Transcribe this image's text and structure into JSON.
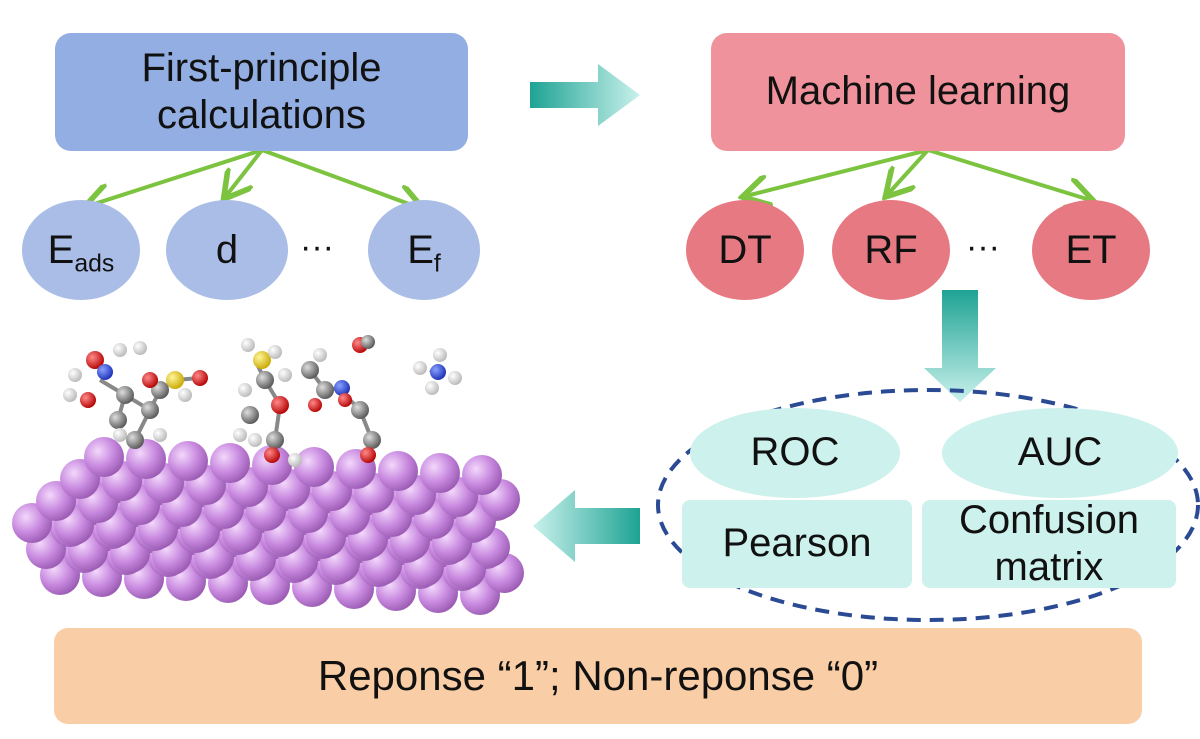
{
  "left_flow": {
    "title_line1": "First-principle",
    "title_line2": "calculations",
    "features": [
      {
        "main": "E",
        "sub": "ads"
      },
      {
        "main": "d",
        "sub": ""
      },
      {
        "main": "E",
        "sub": "f"
      }
    ],
    "ellipsis": "···"
  },
  "right_flow": {
    "title": "Machine learning",
    "models": [
      "DT",
      "RF",
      "ET"
    ],
    "ellipsis": "···"
  },
  "evaluation": {
    "metrics": [
      "ROC",
      "AUC",
      "Pearson"
    ],
    "confusion_line1": "Confusion",
    "confusion_line2": "matrix"
  },
  "result_bar": {
    "text": "Reponse “1”;  Non-reponse “0”"
  },
  "colors": {
    "first_principle_box": "#92aee2",
    "feature_ovals": "#a9bde6",
    "ml_box": "#ef929b",
    "model_ovals": "#e77982",
    "metric_fill": "#cdf1ec",
    "dashed_border": "#2b4a94",
    "result_bar": "#f9cda5",
    "branch_arrows": "#7cc33f",
    "flow_arrows": "#20a89a",
    "metal_atoms": "#c98be0"
  },
  "icons": [
    "molecule-illustration",
    "metal-surface-slab",
    "flow-arrow"
  ]
}
